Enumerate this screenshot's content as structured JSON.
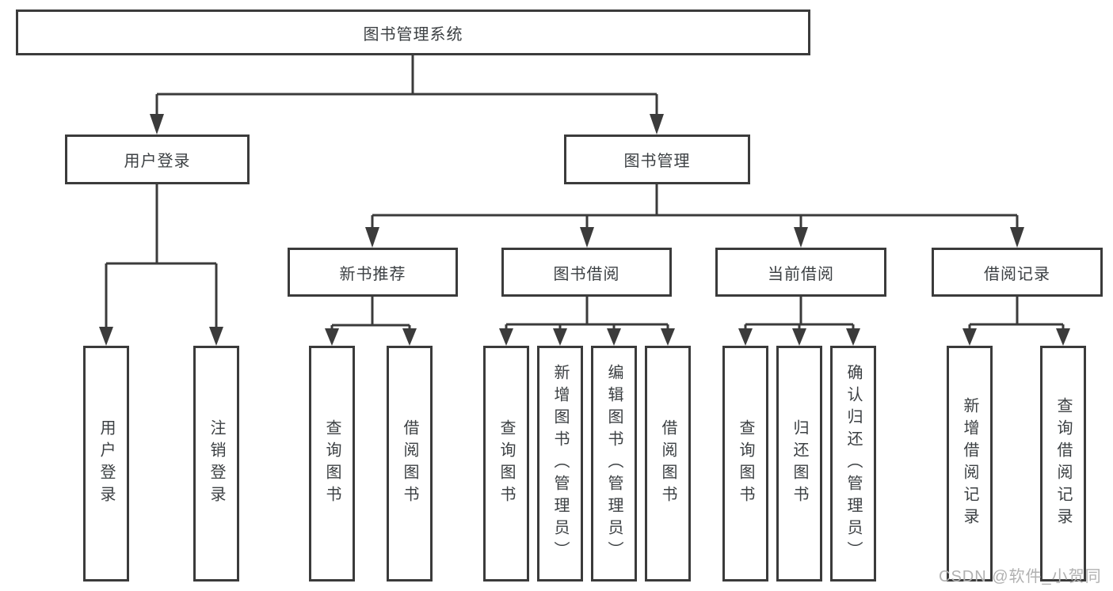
{
  "diagram": {
    "type": "hierarchy-tree",
    "root": {
      "label": "图书管理系统",
      "children": [
        {
          "label": "用户登录",
          "children": [
            {
              "label": "用户登录"
            },
            {
              "label": "注销登录"
            }
          ]
        },
        {
          "label": "图书管理",
          "children": [
            {
              "label": "新书推荐",
              "children": [
                {
                  "label": "查询图书"
                },
                {
                  "label": "借阅图书"
                }
              ]
            },
            {
              "label": "图书借阅",
              "children": [
                {
                  "label": "查询图书"
                },
                {
                  "label": "新增图书（管理员）"
                },
                {
                  "label": "编辑图书（管理员）"
                },
                {
                  "label": "借阅图书"
                }
              ]
            },
            {
              "label": "当前借阅",
              "children": [
                {
                  "label": "查询图书"
                },
                {
                  "label": "归还图书"
                },
                {
                  "label": "确认归还（管理员）"
                }
              ]
            },
            {
              "label": "借阅记录",
              "children": [
                {
                  "label": "新增借阅记录"
                },
                {
                  "label": "查询借阅记录"
                }
              ]
            }
          ]
        }
      ]
    }
  },
  "watermark": {
    "text": "CSDN @软件_小贺同学"
  },
  "colors": {
    "line": "#3b3b3b",
    "text": "#3c4043",
    "box_background": "#ffffff",
    "watermark": "#b1b1b1",
    "background": "#ffffff"
  }
}
